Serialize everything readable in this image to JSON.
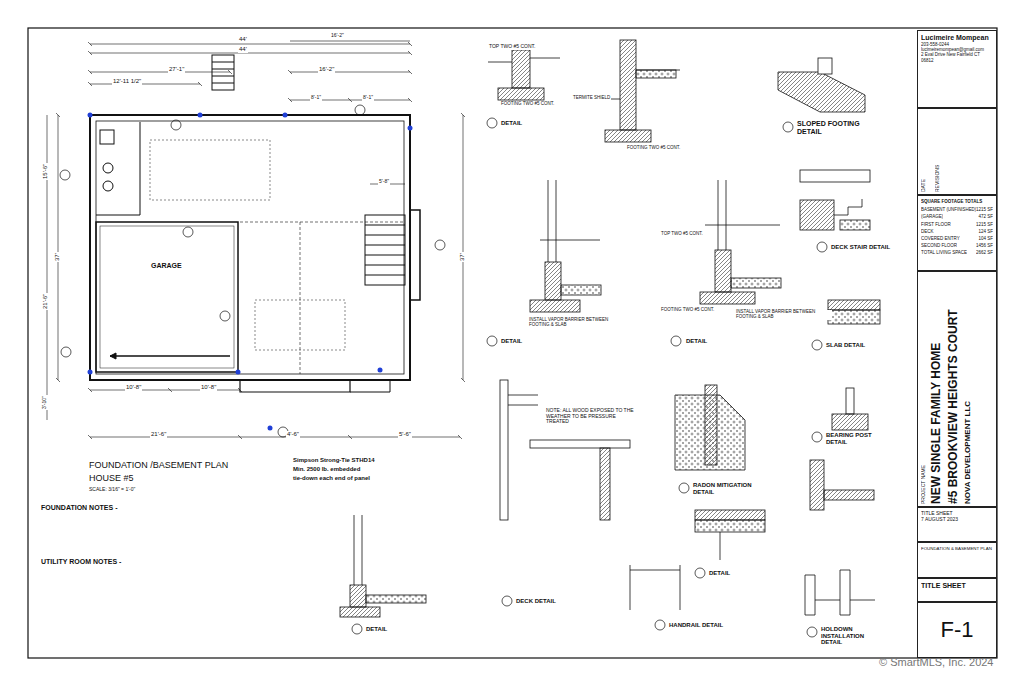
{
  "diagram": {
    "title": "FOUNDATION /BASEMENT PLAN",
    "nodes": [
      {
        "text": [
          "Lucimeire Mompean",
          "203-558-0244",
          "lucimeiremompean@gmail.com",
          "2 Eval Drive New Fairfield CT 06812"
        ]
      },
      {
        "text": [
          "DATE",
          "REVISIONS"
        ]
      },
      {
        "text": [
          "SQUARE FOOTAGE TOTALS",
          "BASEMENT (UNFINISHED)",
          "1215 SF",
          "(GARAGE)",
          "472 SF",
          "FIRST FLOOR",
          "1215 SF",
          "DECK",
          "124 SF",
          "COVERED ENTRY",
          "104 SF",
          "SECOND FLOOR",
          "1456 SF",
          "TOTAL LIVING SPACE",
          "2662 SF"
        ]
      },
      {
        "text": [
          "PROJECT NAME",
          "NEW SINGLE FAMILY HOME",
          "#5 BROOKVIEW HEIGHTS COURT",
          "NOVA DEVELOPMENT LLC"
        ]
      },
      {
        "text": [
          "TITLE SHEET",
          "7 AUGUST 2023"
        ]
      },
      {
        "text": [
          "FOUNDATION & BASEMENT PLAN"
        ]
      },
      {
        "text": [
          "TITLE SHEET"
        ]
      },
      {
        "text": [
          "F-1"
        ]
      }
    ],
    "labels": [
      "44'",
      "44'",
      "16'-2\"",
      "27'-1\"",
      "16'-2\"",
      "12'-11 1/2\"",
      "8'-1\"",
      "8'-1\"",
      "15'-6\"",
      "37'",
      "37'",
      "21'-6\"",
      "3'-10\"",
      "10'-8\"",
      "10'-8\"",
      "21'-6\"",
      "4'-6\"",
      "5'-6\"",
      "5'-8\"",
      "GARAGE",
      "HOUSE #5",
      "SCALE: 3/16\" = 1'-0\"",
      "Simpson Strong-Tie STHD14",
      "Min. 2500 lb. embedded",
      "tie-down each end of panel",
      "FOUNDATION NOTES -",
      "UTILITY ROOM NOTES -",
      "DETAIL",
      "SLOPED FOOTING DETAIL",
      "DECK STAIR DETAIL",
      "DETAIL",
      "DETAIL",
      "SLAB DETAIL",
      "BEARING POST DETAIL",
      "RADON MITIGATION DETAIL",
      "DECK DETAIL",
      "HANDRAIL DETAIL",
      "DETAIL",
      "DETAIL",
      "HOLDOWN INSTALLATION DETAIL",
      "NOTE: ALL WOOD EXPOSED TO THE WEATHER TO BE PRESSURE TREATED",
      "TOP TWO #5 CONT.",
      "FOOTING TWO #5 CONT.",
      "FOOTING TWO #5 CONT.",
      "TERMITE SHIELD",
      "INSTALL VAPOR BARRIER BETWEEN FOOTING & SLAB",
      "INSTALL VAPOR BARRIER BETWEEN FOOTING & SLAB",
      "TOP TWO #5 CONT.",
      "FOOTING TWO #5 CONT.",
      "© SmartMLS, Inc. 2024"
    ]
  }
}
